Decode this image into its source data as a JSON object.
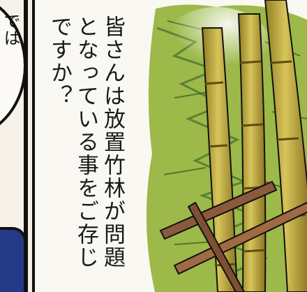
{
  "left_panel": {
    "bubble_text": "では"
  },
  "narration": {
    "lines": [
      "皆さんは放置竹林が問題",
      "となっている事をご存じ",
      "ですか？"
    ]
  },
  "colors": {
    "ink": "#111111",
    "bamboo_stalk": "#c9b54a",
    "bamboo_shade": "#8f7d22",
    "foliage": "#8fae3c",
    "foliage_dark": "#3f6b2a",
    "fallen_stalk": "#8b5a3c",
    "figure_clothing": "#243a86"
  }
}
